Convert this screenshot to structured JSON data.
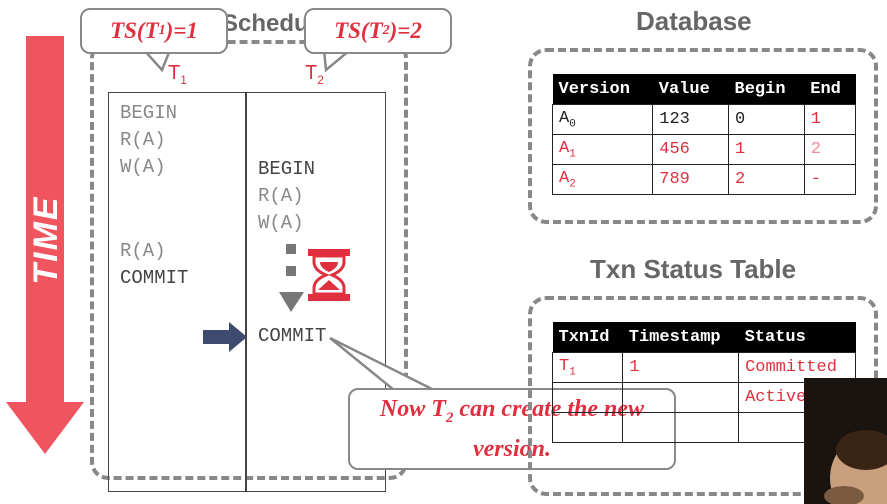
{
  "time_label": "TIME",
  "schedule": {
    "title": "Schedule",
    "t1_header": "T",
    "t1_sub": "1",
    "t2_header": "T",
    "t2_sub": "2",
    "t1_ops_top": [
      "BEGIN",
      "R(A)",
      "W(A)"
    ],
    "t1_ops_bottom": [
      "R(A)",
      "COMMIT"
    ],
    "t2_ops": [
      "BEGIN",
      "R(A)",
      "W(A)"
    ],
    "t2_commit": "COMMIT"
  },
  "callouts": {
    "ts1": {
      "prefix": "TS(T",
      "sub": "1",
      "suffix": ")=1"
    },
    "ts2": {
      "prefix": "TS(T",
      "sub": "2",
      "suffix": ")=2"
    },
    "now_line1_a": "Now T",
    "now_line1_sub": "2",
    "now_line1_b": " can create the new",
    "now_line2": "version."
  },
  "database": {
    "title": "Database",
    "headers": [
      "Version",
      "Value",
      "Begin",
      "End"
    ],
    "rows": [
      {
        "version": "A",
        "sub": "0",
        "value": "123",
        "begin": "0",
        "end": "1"
      },
      {
        "version": "A",
        "sub": "1",
        "value": "456",
        "begin": "1",
        "end": "2"
      },
      {
        "version": "A",
        "sub": "2",
        "value": "789",
        "begin": "2",
        "end": "-"
      }
    ]
  },
  "txn_status": {
    "title": "Txn Status Table",
    "headers": [
      "TxnId",
      "Timestamp",
      "Status"
    ],
    "rows": [
      {
        "txnid": "T",
        "sub": "1",
        "timestamp": "1",
        "status": "Committed"
      },
      {
        "txnid": "",
        "sub": "",
        "timestamp": "",
        "status": "Active"
      },
      {
        "txnid": "",
        "sub": "",
        "timestamp": "",
        "status": ""
      }
    ]
  },
  "colors": {
    "accent_red": "#e03040",
    "arrow_red": "#f0545e",
    "navy_arrow": "#3e4a6e",
    "gray": "#888888"
  }
}
